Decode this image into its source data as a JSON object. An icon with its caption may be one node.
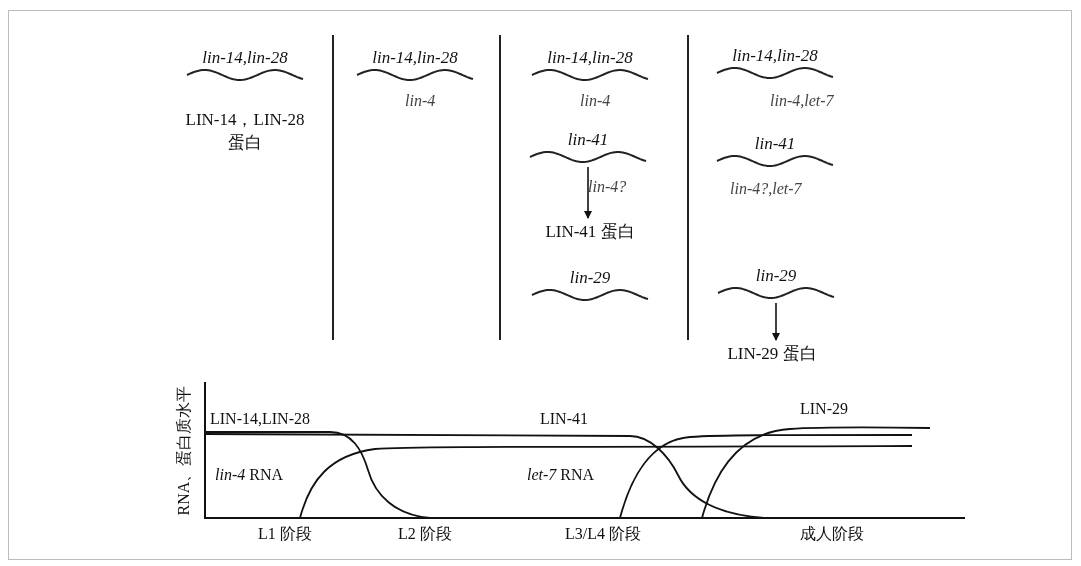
{
  "diagram": {
    "nodes": [
      {
        "text": [
          "lin-14,lin-28"
        ]
      },
      {
        "text": [
          "lin-14,lin-28"
        ],
        "beside": [
          "lin-4"
        ]
      },
      {
        "text": [
          "lin-14,lin-28"
        ],
        "beside": [
          "lin-4"
        ]
      },
      {
        "text": [
          "lin-41"
        ],
        "beside": [
          "lin-4?"
        ]
      },
      {
        "text": [
          "LIN-41 蛋白"
        ]
      },
      {
        "text": [
          "lin-29"
        ]
      },
      {
        "text": [
          "lin-14,lin-28"
        ],
        "beside": [
          "lin-4,let-7"
        ]
      },
      {
        "text": [
          "lin-41"
        ],
        "beside": [
          "lin-4?,let-7"
        ]
      },
      {
        "text": [
          "lin-29"
        ]
      },
      {
        "text": [
          "LIN-29 蛋白"
        ]
      }
    ],
    "edges": [
      {
        "from": 3,
        "to": 4,
        "arrow": "to"
      },
      {
        "from": 8,
        "to": 9,
        "arrow": "to"
      }
    ],
    "labels": [
      "LIN-14，LIN-28 蛋白",
      "RNA、蛋白质水平",
      "LIN-14,LIN-28",
      "LIN-41",
      "LIN-29",
      "*lin-4* RNA",
      "*let-7* RNA",
      "L1 阶段",
      "L2 阶段",
      "L3/L4 阶段",
      "成人阶段"
    ]
  }
}
